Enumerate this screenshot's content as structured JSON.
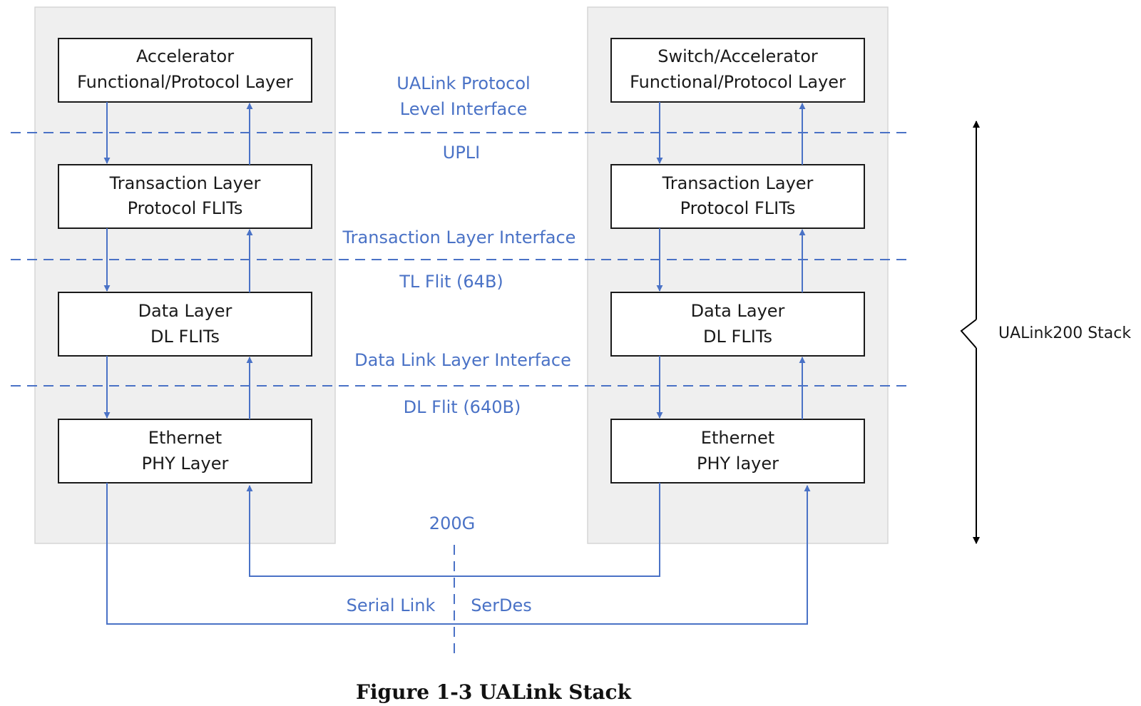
{
  "left_device": {
    "layers": [
      {
        "line1": "Accelerator",
        "line2": "Functional/Protocol Layer"
      },
      {
        "line1": "Transaction Layer",
        "line2": "Protocol FLITs"
      },
      {
        "line1": "Data Layer",
        "line2": "DL FLITs"
      },
      {
        "line1": "Ethernet",
        "line2": "PHY Layer"
      }
    ]
  },
  "right_device": {
    "layers": [
      {
        "line1": "Switch/Accelerator",
        "line2": "Functional/Protocol Layer"
      },
      {
        "line1": "Transaction Layer",
        "line2": "Protocol FLITs"
      },
      {
        "line1": "Data Layer",
        "line2": "DL FLITs"
      },
      {
        "line1": "Ethernet",
        "line2": "PHY layer"
      }
    ]
  },
  "interfaces": {
    "upli_line1": "UALink Protocol",
    "upli_line2": "Level Interface",
    "upli": "UPLI",
    "transaction": "Transaction Layer Interface",
    "tl_flit": "TL Flit (64B)",
    "data_link": "Data Link Layer Interface",
    "dl_flit": "DL Flit (640B)"
  },
  "link": {
    "speed": "200G",
    "serial_link": "Serial Link",
    "serdes": "SerDes"
  },
  "stack_label": "UALink200 Stack",
  "caption": "Figure 1-3 UALink Stack",
  "colors": {
    "flow": "#4a72c6",
    "device_background": "#efefef"
  }
}
